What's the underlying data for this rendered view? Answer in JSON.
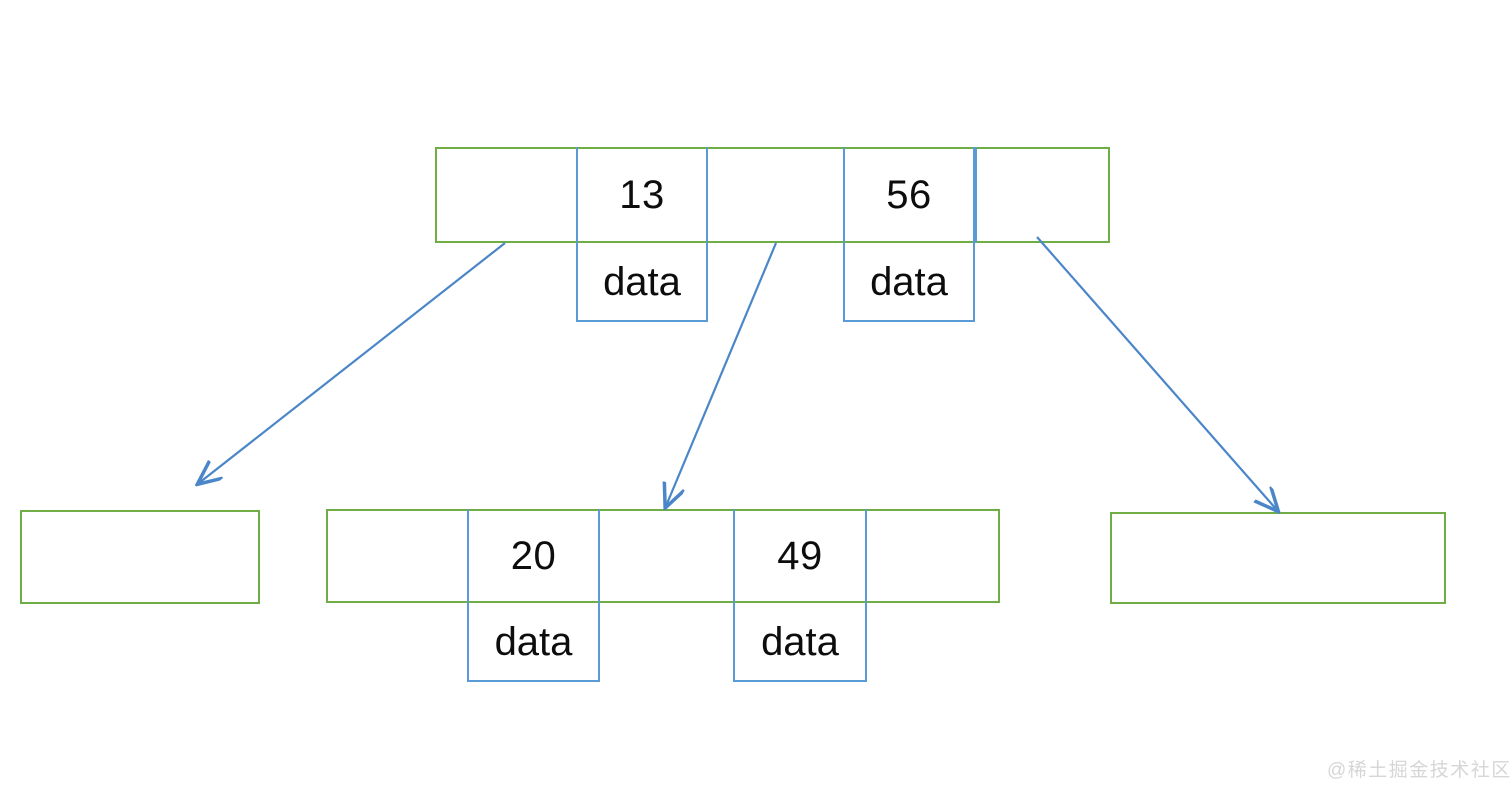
{
  "palette": {
    "node_border_green": "#70ad47",
    "cell_border_blue": "#5b9bd5",
    "edge_blue": "#4a86c8",
    "text": "#0d0d0d",
    "background": "#ffffff",
    "watermark": "#d6d6d6"
  },
  "diagram": {
    "type": "b-tree",
    "title": "",
    "levels": 2
  },
  "root": {
    "name": "root-node",
    "keys": [
      "13",
      "56"
    ],
    "data_labels": [
      "data",
      "data"
    ],
    "pointer_slots": 3
  },
  "children": [
    {
      "name": "leaf-left",
      "keys": [],
      "data_labels": [],
      "pointer_slots": 1
    },
    {
      "name": "leaf-middle",
      "keys": [
        "20",
        "49"
      ],
      "data_labels": [
        "data",
        "data"
      ],
      "pointer_slots": 3
    },
    {
      "name": "leaf-right",
      "keys": [],
      "data_labels": [],
      "pointer_slots": 1
    }
  ],
  "edges": [
    {
      "name": "edge-root-to-left",
      "from": "root-pointer-0",
      "to": "leaf-left"
    },
    {
      "name": "edge-root-to-middle",
      "from": "root-pointer-1",
      "to": "leaf-middle"
    },
    {
      "name": "edge-root-to-right",
      "from": "root-pointer-2",
      "to": "leaf-right"
    }
  ],
  "watermark": {
    "text": "@稀土掘金技术社区"
  }
}
